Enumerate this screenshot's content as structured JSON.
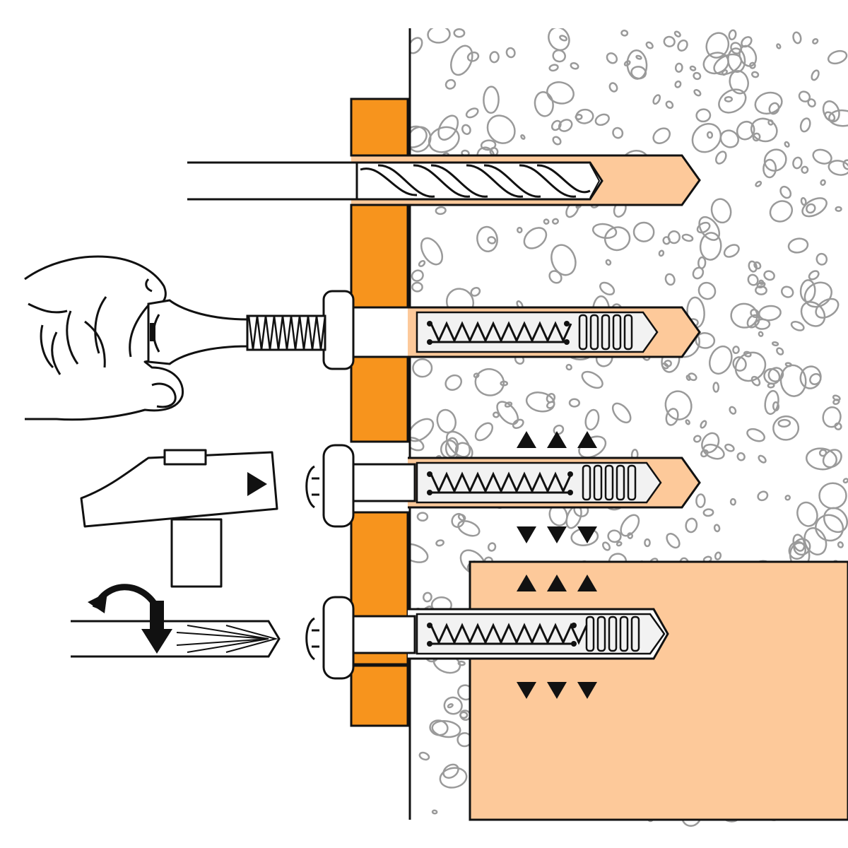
{
  "colors": {
    "background": "#ffffff",
    "outline": "#111111",
    "concrete": "#ffffff",
    "pebble": "#9a9a9a",
    "fixture": "#f7941d",
    "hole": "#fdc99a",
    "solid_block": "#fdc99a",
    "plug": "#f2f2f2",
    "arrow": "#111111"
  },
  "steps": [
    {
      "name": "drill-hole",
      "tool": "drill-bit-icon"
    },
    {
      "name": "insert-plug-and-screw-by-hand",
      "tool": "hand-icon"
    },
    {
      "name": "hammer-in-screw",
      "tool": "hammer-icon"
    },
    {
      "name": "tighten-screw",
      "tool": "screwdriver-icon"
    }
  ],
  "expansion_arrows": {
    "count_per_group": 3,
    "symbol_up": "▲",
    "symbol_down": "▼"
  }
}
